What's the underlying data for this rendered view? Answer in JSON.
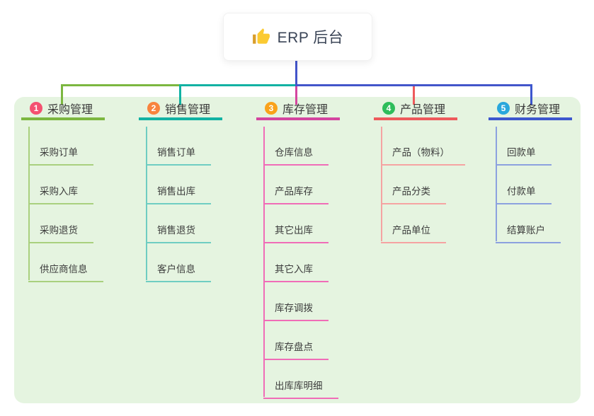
{
  "root": {
    "label": "ERP 后台",
    "icon": "thumbs-up-icon"
  },
  "canvas": {
    "panel_bg": "#e5f4e0",
    "root_line_color": "#4355ca",
    "text_color": "#3a3a3a"
  },
  "branches": [
    {
      "badge": "1",
      "label": "采购管理",
      "badge_color": "#f45170",
      "line_color": "#7cb740",
      "child_line_color": "#a9d07e",
      "children": [
        "采购订单",
        "采购入库",
        "采购退货",
        "供应商信息"
      ]
    },
    {
      "badge": "2",
      "label": "销售管理",
      "badge_color": "#f8833d",
      "line_color": "#12b2a3",
      "child_line_color": "#6fcdc2",
      "children": [
        "销售订单",
        "销售出库",
        "销售退货",
        "客户信息"
      ]
    },
    {
      "badge": "3",
      "label": "库存管理",
      "badge_color": "#f9a21b",
      "line_color": "#d4459f",
      "child_line_color": "#f06cb7",
      "children": [
        "仓库信息",
        "产品库存",
        "其它出库",
        "其它入库",
        "库存调拨",
        "库存盘点",
        "出库库明细"
      ]
    },
    {
      "badge": "4",
      "label": "产品管理",
      "badge_color": "#2ebd5b",
      "line_color": "#ee5a5c",
      "child_line_color": "#f5a3a2",
      "children": [
        "产品（物料）",
        "产品分类",
        "产品单位"
      ]
    },
    {
      "badge": "5",
      "label": "财务管理",
      "badge_color": "#29a7dc",
      "line_color": "#3d57ce",
      "child_line_color": "#8ca1df",
      "children": [
        "回款单",
        "付款单",
        "结算账户"
      ]
    }
  ]
}
